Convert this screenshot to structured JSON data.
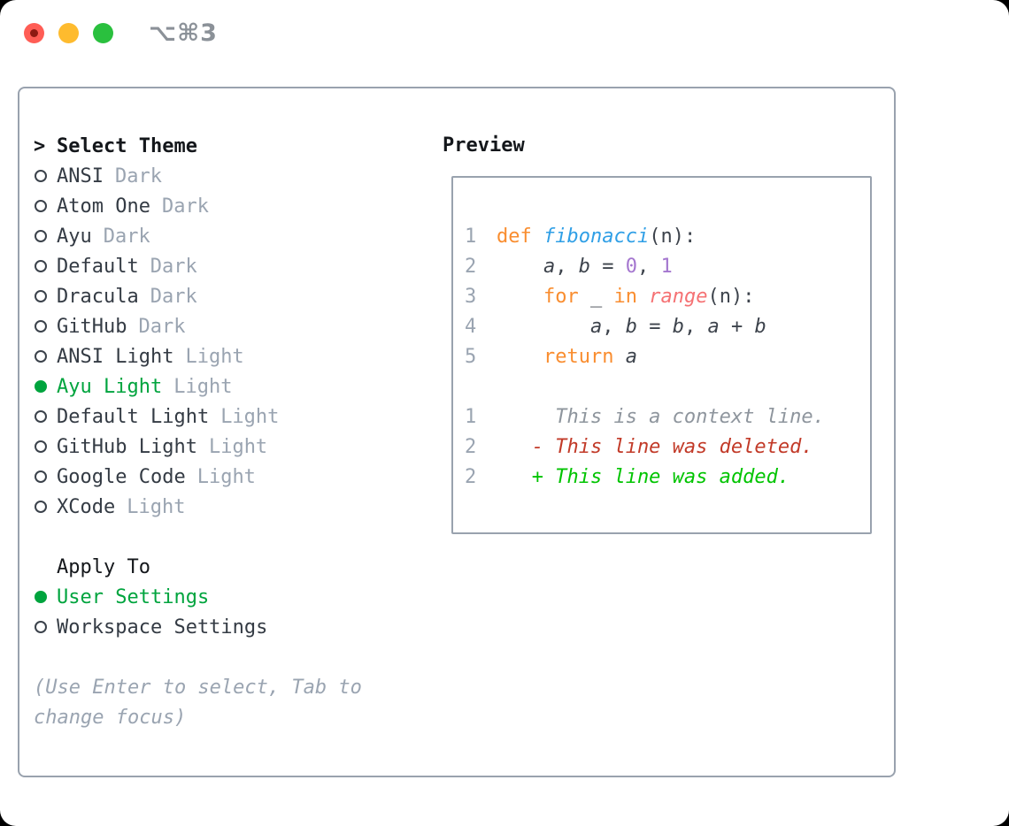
{
  "colors": {
    "black": "#14171b",
    "item": "#343b44",
    "gray": "#9aa4b1",
    "lineno": "#9aa4b1",
    "ctx": "#8e959d",
    "border": "#99a2ae",
    "title-gray": "#8b9198",
    "green-sel": "#00a43e",
    "green-add": "#00c400",
    "red-del": "#c23a28",
    "kw": "#f98d2f",
    "fn": "#2f9fe6",
    "num": "#a476cf",
    "bi": "#f57173",
    "code": "#3d434c",
    "light-red": "#ff5d55",
    "light-red-dot": "#8d1a12",
    "light-yellow": "#febb2e",
    "light-green": "#2ac03e"
  },
  "window": {
    "title": "⌥⌘3"
  },
  "icons": {
    "radio_unselected": "○",
    "radio_selected": "●"
  },
  "theme_list": {
    "header_prefix": ">",
    "header": "Select Theme",
    "items": [
      {
        "name": "ANSI",
        "tag": "Dark",
        "selected": false
      },
      {
        "name": "Atom One",
        "tag": "Dark",
        "selected": false
      },
      {
        "name": "Ayu",
        "tag": "Dark",
        "selected": false
      },
      {
        "name": "Default",
        "tag": "Dark",
        "selected": false
      },
      {
        "name": "Dracula",
        "tag": "Dark",
        "selected": false
      },
      {
        "name": "GitHub",
        "tag": "Dark",
        "selected": false
      },
      {
        "name": "ANSI Light",
        "tag": "Light",
        "selected": false
      },
      {
        "name": "Ayu Light",
        "tag": "Light",
        "selected": true
      },
      {
        "name": "Default Light",
        "tag": "Light",
        "selected": false
      },
      {
        "name": "GitHub Light",
        "tag": "Light",
        "selected": false
      },
      {
        "name": "Google Code",
        "tag": "Light",
        "selected": false
      },
      {
        "name": "XCode",
        "tag": "Light",
        "selected": false
      }
    ]
  },
  "apply_to": {
    "header": "Apply To",
    "options": [
      {
        "label": "User Settings",
        "selected": true
      },
      {
        "label": "Workspace Settings",
        "selected": false
      }
    ]
  },
  "help": {
    "line1": "(Use Enter to select, Tab to",
    "line2": "change focus)"
  },
  "preview": {
    "header": "Preview",
    "code": {
      "l1": {
        "n": "1",
        "s0": "def",
        "s1": " ",
        "s2": "fibonacci",
        "s3": "(n):"
      },
      "l2": {
        "n": "2",
        "s0": "    ",
        "s1": "a",
        "s2": ", ",
        "s3": "b",
        "s4": " = ",
        "s5": "0",
        "s6": ", ",
        "s7": "1"
      },
      "l3": {
        "n": "3",
        "s0": "    ",
        "s1": "for",
        "s2": " _ ",
        "s3": "in",
        "s4": " ",
        "s5": "range",
        "s6": "(n):"
      },
      "l4": {
        "n": "4",
        "s0": "        ",
        "s1": "a",
        "s2": ", ",
        "s3": "b",
        "s4": " = ",
        "s5": "b",
        "s6": ", ",
        "s7": "a",
        "s8": " + ",
        "s9": "b"
      },
      "l5": {
        "n": "5",
        "s0": "    ",
        "s1": "return",
        "s2": " ",
        "s3": "a"
      },
      "l7": {
        "n": "1",
        "text": "     This is a context line."
      },
      "l8": {
        "n": "2",
        "text": "   - This line was deleted."
      },
      "l9": {
        "n": "2",
        "text": "   + This line was added."
      }
    }
  }
}
